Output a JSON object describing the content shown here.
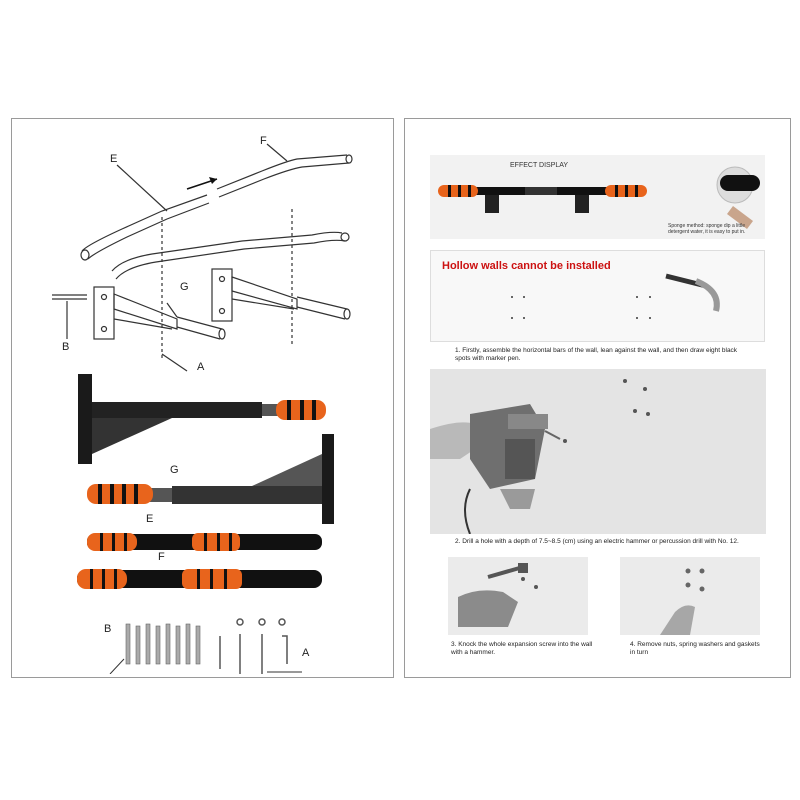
{
  "left_page": {
    "diagram_labels": {
      "e": "E",
      "f": "F",
      "g": "G",
      "b": "B",
      "a": "A"
    },
    "photo_labels": {
      "g": "G",
      "e": "E",
      "f": "F",
      "b": "B",
      "a": "A"
    }
  },
  "right_page": {
    "effect": {
      "title": "EFFECT DISPLAY",
      "sponge_note": "Sponge method: sponge dip a little detergent water, it is easy to put in."
    },
    "warning": "Hollow walls cannot be installed",
    "step1": "1. Firstly, assemble the horizontal bars of the wall, lean against the wall, and then draw eight black spots with marker pen.",
    "step2": "2. Drill a hole with a depth of 7.5~8.5 (cm) using an electric hammer or percussion drill with No. 12.",
    "step3": "3. Knock the whole expansion screw into the wall with a hammer.",
    "step4": "4. Remove nuts, spring washers and gaskets in turn"
  },
  "colors": {
    "foam": "#e8641c",
    "bar": "#111111",
    "warning": "#cc1111",
    "border": "#9a9a9a"
  }
}
